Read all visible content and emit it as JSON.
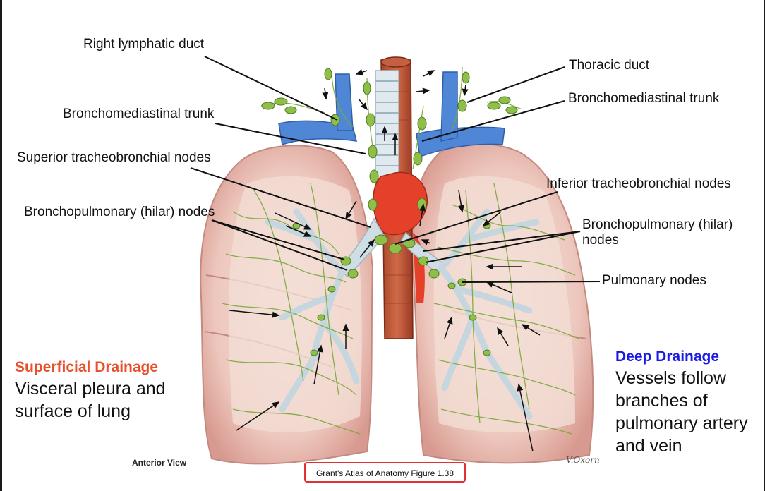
{
  "labels": {
    "right_lymphatic_duct": "Right lymphatic duct",
    "thoracic_duct": "Thoracic duct",
    "bronchomediastinal_trunk_left": "Bronchomediastinal trunk",
    "bronchomediastinal_trunk_right": "Bronchomediastinal trunk",
    "superior_tracheobronchial_nodes": "Superior tracheobronchial nodes",
    "inferior_tracheobronchial_nodes": "Inferior tracheobronchial nodes",
    "bronchopulmonary_nodes_left": "Bronchopulmonary (hilar) nodes",
    "bronchopulmonary_nodes_right_line1": "Bronchopulmonary (hilar)",
    "bronchopulmonary_nodes_right_line2": "nodes",
    "pulmonary_nodes": "Pulmonary nodes"
  },
  "superficial": {
    "title": "Superficial Drainage",
    "line1": "Visceral pleura and",
    "line2": "surface of lung"
  },
  "deep": {
    "title": "Deep Drainage",
    "line1": "Vessels follow",
    "line2": "branches of",
    "line3": "pulmonary artery",
    "line4": "and vein"
  },
  "view_label": "Anterior View",
  "source_caption": "Grant's Atlas of Anatomy Figure 1.38",
  "signature": "V.Oxorn",
  "colors": {
    "superficial_heading": "#e8502b",
    "deep_heading": "#1a1ae6",
    "lung": "#e8b8b0",
    "lymph": "#7aa83a",
    "vein": "#4f86d6",
    "artery": "#e5402a",
    "caption_border": "#e03030"
  }
}
